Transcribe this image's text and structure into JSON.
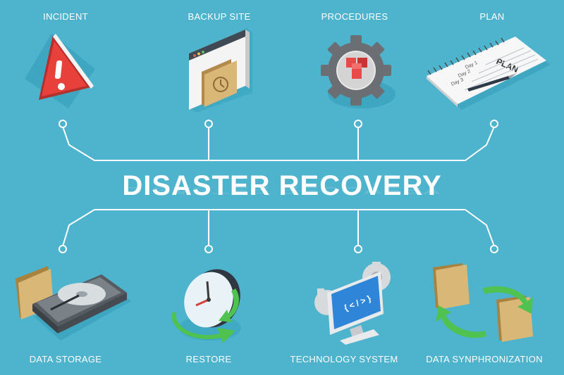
{
  "title": "DISASTER RECOVERY",
  "top_items": [
    {
      "label": "INCIDENT",
      "icon": "warning-icon"
    },
    {
      "label": "BACKUP SITE",
      "icon": "folder-browser-icon"
    },
    {
      "label": "PROCEDURES",
      "icon": "gear-cubes-icon"
    },
    {
      "label": "PLAN",
      "icon": "notepad-plan-icon"
    }
  ],
  "bottom_items": [
    {
      "label": "DATA STORAGE",
      "icon": "hard-drive-icon"
    },
    {
      "label": "RESTORE",
      "icon": "clock-restore-icon"
    },
    {
      "label": "TECHNOLOGY SYSTEM",
      "icon": "monitor-code-icon"
    },
    {
      "label": "DATA SYNPHRONIZATION",
      "icon": "folder-sync-icon"
    }
  ],
  "plan_note": {
    "heading": "PLAN",
    "days": [
      "Day 1",
      "Day 2",
      "Day 3"
    ]
  },
  "monitor_code": "{ < / > }",
  "colors": {
    "background": "#4eb3cd",
    "line": "#ffffff",
    "warning": "#e8403b",
    "folder": "#c8a265",
    "sync_arrow": "#4fc24f"
  }
}
